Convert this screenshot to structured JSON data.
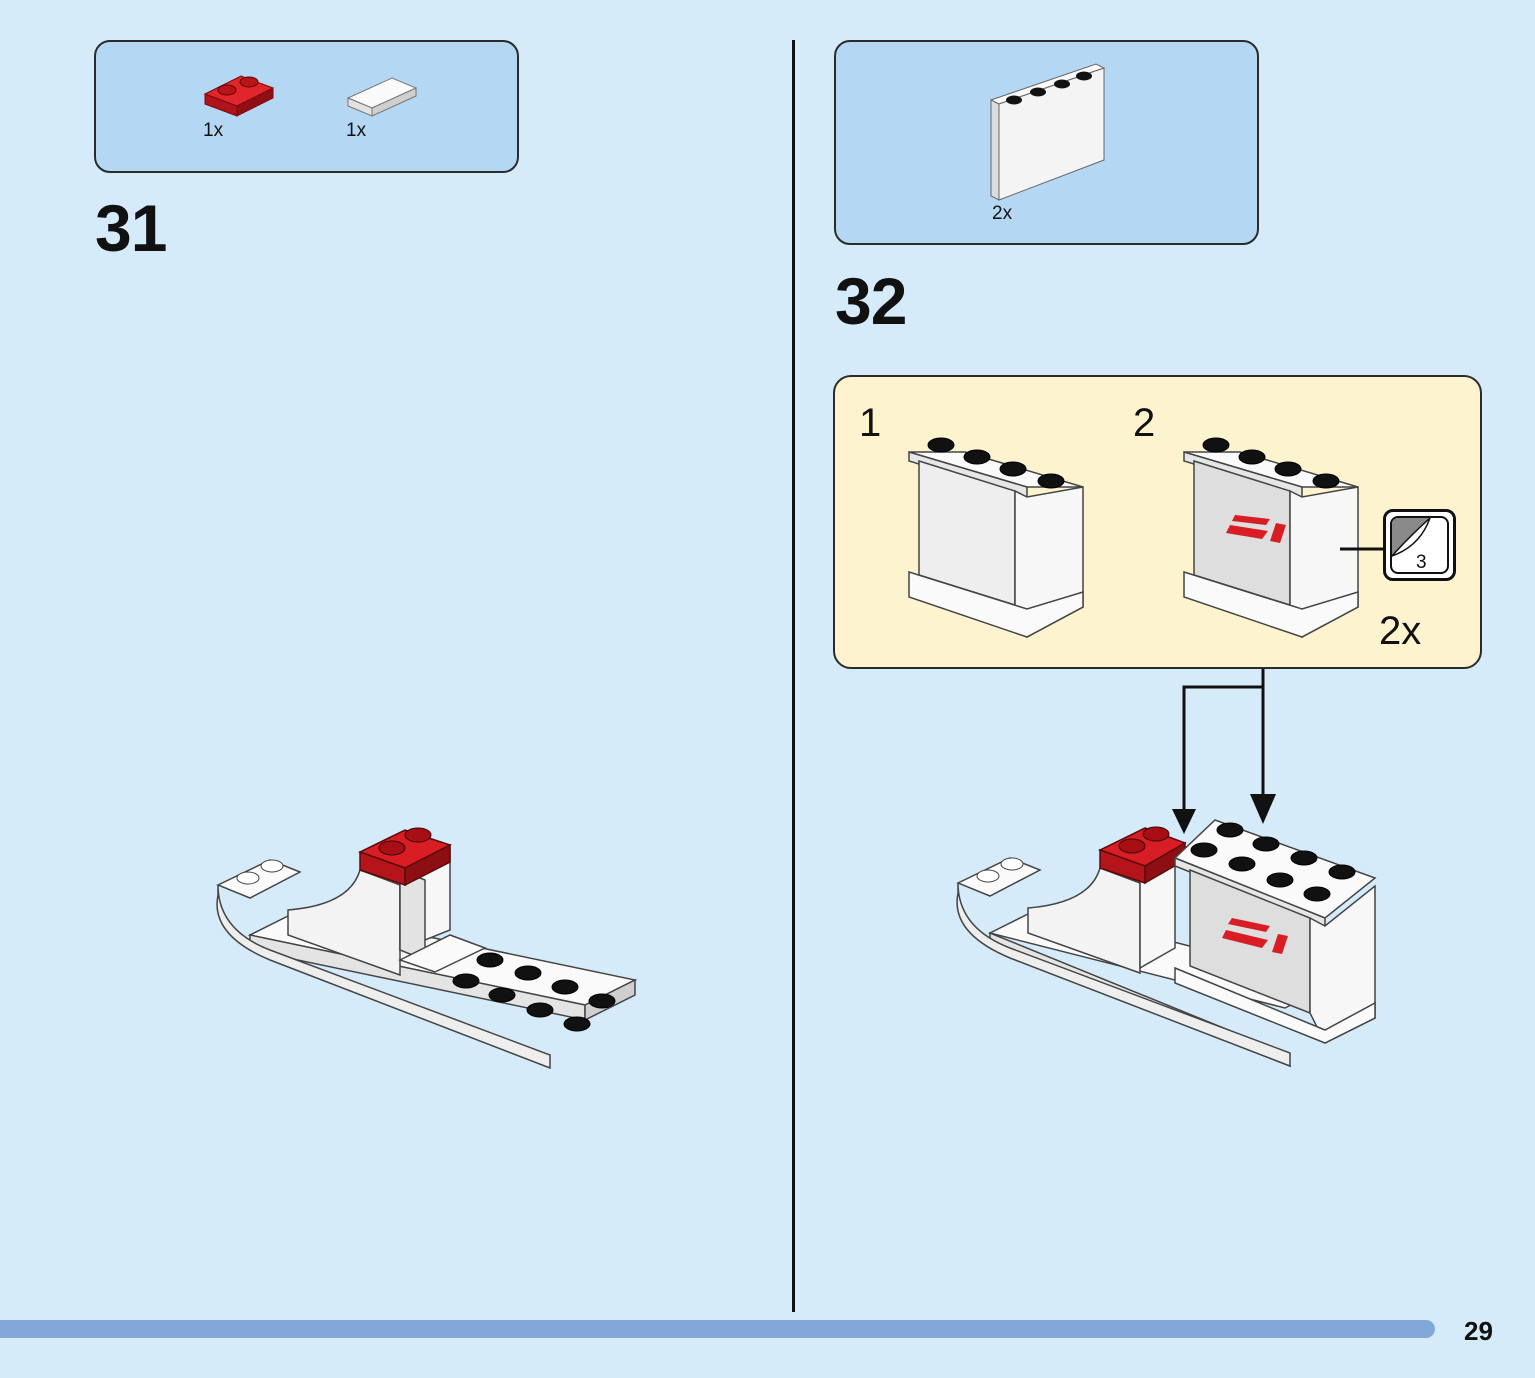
{
  "page": {
    "number": "29"
  },
  "step_31": {
    "number": "31",
    "parts": [
      {
        "name": "red-plate-1x2",
        "color": "#c8181e",
        "qty": "1x"
      },
      {
        "name": "white-tile-1x2",
        "color": "#f2f2f2",
        "qty": "1x"
      }
    ]
  },
  "step_32": {
    "number": "32",
    "parts": [
      {
        "name": "white-panel-1x4x3",
        "color": "#f5f5f5",
        "qty": "2x"
      }
    ],
    "subassembly": {
      "steps": [
        {
          "number": "1"
        },
        {
          "number": "2"
        }
      ],
      "sticker_number": "3",
      "quantity": "2x"
    }
  },
  "colors": {
    "background": "#d5ebfa",
    "parts_box": "#b4d8f4",
    "subassembly_box": "#fdf4cf",
    "progress_bar": "#82a8d9",
    "brick_red": "#c8181e"
  }
}
